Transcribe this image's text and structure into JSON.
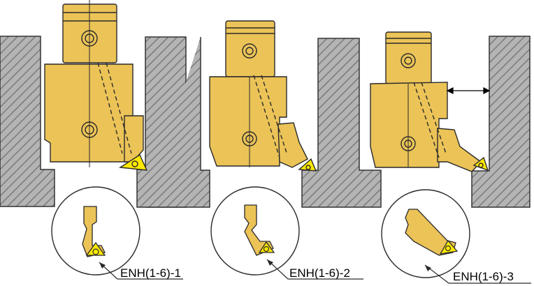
{
  "colors": {
    "tool_body": "#EBC357",
    "tool_outline": "#2a2a2a",
    "hatch_fill": "#8c8c8c",
    "hatch_bg": "#b4b4b4",
    "insert": "#FFE900"
  },
  "views": [
    {
      "label": "ENH(1-6)-1"
    },
    {
      "label": "ENH(1-6)-2"
    },
    {
      "label": "ENH(1-6)-3"
    }
  ]
}
